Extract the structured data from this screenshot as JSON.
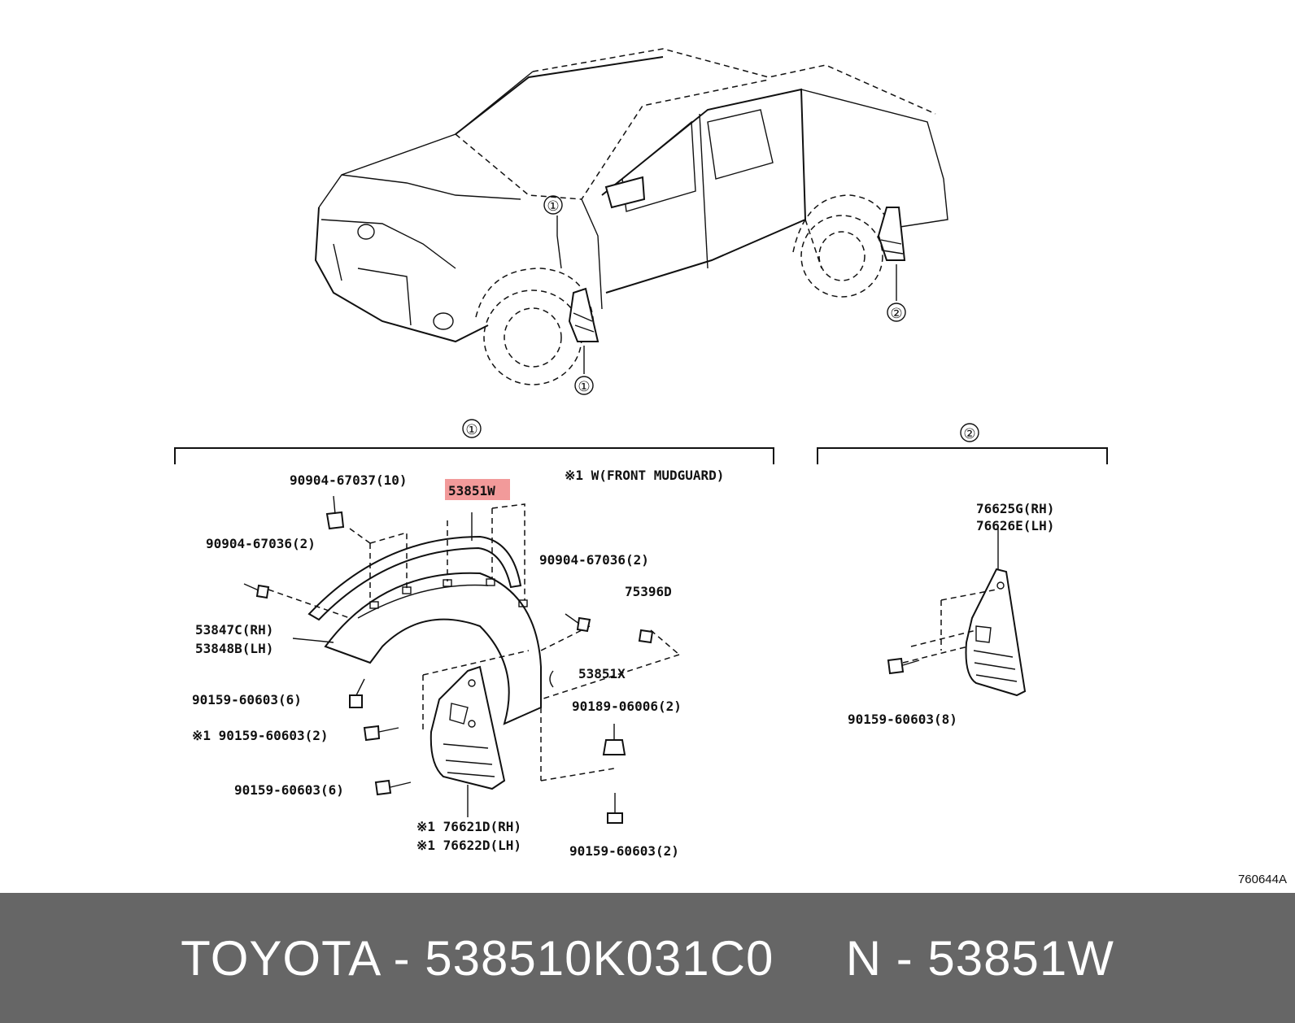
{
  "diagram": {
    "group_markers": {
      "group1": "①",
      "group2": "②"
    },
    "note": "※1 W(FRONT MUDGUARD)",
    "highlight_part": "53851W",
    "labels": {
      "clip_top": "90904-67037(10)",
      "clip_left": "90904-67036(2)",
      "clip_right": "90904-67036(2)",
      "liner_rh": "53847C(RH)",
      "liner_lh": "53848B(LH)",
      "screw_a": "90159-60603(6)",
      "screw_b": "※1 90159-60603(2)",
      "screw_c": "90159-60603(6)",
      "clip_75396": "75396D",
      "part_53851x": "53851X",
      "nut_90189": "90189-06006(2)",
      "screw_d": "90159-60603(2)",
      "mudguard_rh": "※1 76621D(RH)",
      "mudguard_lh": "※1 76622D(LH)",
      "rear_mud_rh": "76625G(RH)",
      "rear_mud_lh": "76626E(LH)",
      "rear_screw": "90159-60603(8)"
    },
    "colors": {
      "highlight": "#f29a9a",
      "footer_bg": "#666666"
    }
  },
  "reference_code": "760644A",
  "footer": {
    "text": "TOYOTA - 538510K031C0     N - 53851W"
  }
}
